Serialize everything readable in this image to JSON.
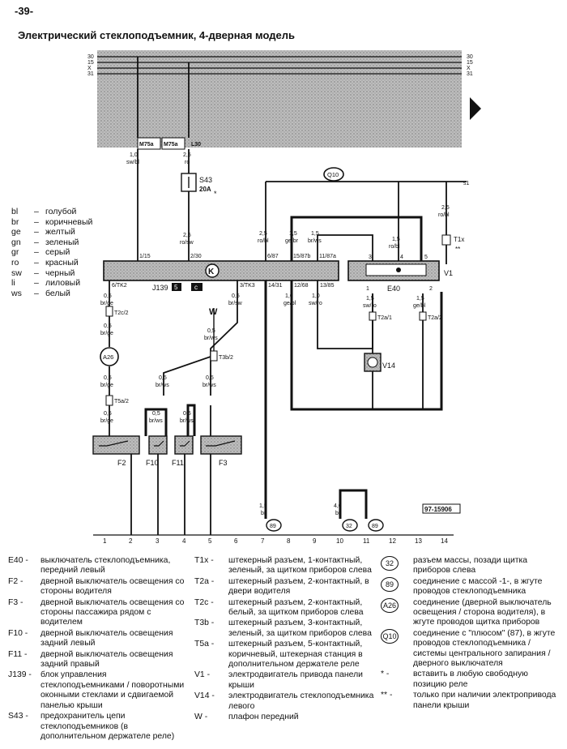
{
  "page_number": "-39-",
  "title": "Электрический стеклоподъемник, 4-дверная модель",
  "bus_labels": [
    "30",
    "15",
    "X",
    "31"
  ],
  "wires": {
    "w1": "1,0",
    "w1c": "sw/bl",
    "w2": "2,5",
    "w2c": "ro",
    "w3": "2,5",
    "w3c": "ro/sw",
    "w4": "2,5",
    "w4c": "ro/bl",
    "w5": "1,5",
    "w5c": "ge/br",
    "w6": "1,5",
    "w6c": "br/ws",
    "w7": "1,5",
    "w7c": "ro/bl",
    "w8": "2,5",
    "w8c": "ro/bl",
    "w9": "0,5",
    "w9c": "br/ge",
    "w10": "0,5",
    "w10c": "br/ge",
    "w11": "0,5",
    "w11c": "br/ws",
    "w12": "0,5",
    "w12c": "br/sw",
    "w13": "1,0",
    "w13c": "ge/bl",
    "w14": "1,0",
    "w14c": "sw/ro",
    "w15": "1,5",
    "w15c": "sw/ro",
    "w16": "1,5",
    "w16c": "ge/bl",
    "w17": "0,5",
    "w17c": "br/ge",
    "w18": "0,5",
    "w18c": "br/ge",
    "w19": "0,5",
    "w19c": "br/ws",
    "w20": "0,5",
    "w20c": "br/ws",
    "w21": "0,5",
    "w21c": "br/ws",
    "w22": "0,5",
    "w22c": "br/ws",
    "w23": "1,5",
    "w23c": "br",
    "w24": "4,0",
    "w24c": "br"
  },
  "labels": {
    "m75a": "M75a",
    "m75b": "M75a",
    "l30": "L30",
    "s43": "S43",
    "s43amp": "20A",
    "star": "*",
    "q10": "Q10",
    "s1": "s1",
    "t1x": "T1x",
    "dstar": "**",
    "k": "K",
    "j139": "J139",
    "j139a": "5",
    "j139b": "c",
    "p115": "1/15",
    "p230": "2/30",
    "p687": "6/87",
    "p1587": "15/87b",
    "p1187": "11/87a",
    "p6tk2": "6/TK2",
    "p3tk3": "3/TK3",
    "p1431": "14/31",
    "p1268": "12/68",
    "p1385": "13/85",
    "e40": "E40",
    "v1": "V1",
    "v14": "V14",
    "e3": "3",
    "e4": "4",
    "e5": "5",
    "e1": "1",
    "e2": "2",
    "t2c": "T2c/2",
    "t3b": "T3b/2",
    "t5a": "T5a/2",
    "t2a1": "T2a/1",
    "t2a2": "T2a/2",
    "a26": "A26",
    "w": "W",
    "f2": "F2",
    "f10": "F10",
    "f11": "F11",
    "f3": "F3",
    "c89": "89",
    "c32": "32",
    "c89b": "89",
    "ref": "97-15906"
  },
  "bottom_numbers": [
    "1",
    "2",
    "3",
    "4",
    "5",
    "6",
    "7",
    "8",
    "9",
    "10",
    "11",
    "12",
    "13",
    "14"
  ],
  "colors": [
    {
      "code": "bl",
      "dash": "–",
      "name": "голубой"
    },
    {
      "code": "br",
      "dash": "–",
      "name": "коричневый"
    },
    {
      "code": "ge",
      "dash": "–",
      "name": "желтый"
    },
    {
      "code": "gn",
      "dash": "–",
      "name": "зеленый"
    },
    {
      "code": "gr",
      "dash": "–",
      "name": "серый"
    },
    {
      "code": "ro",
      "dash": "–",
      "name": "красный"
    },
    {
      "code": "sw",
      "dash": "–",
      "name": "черный"
    },
    {
      "code": "li",
      "dash": "–",
      "name": "лиловый"
    },
    {
      "code": "ws",
      "dash": "–",
      "name": "белый"
    }
  ],
  "legend_col1": [
    {
      "k": "E40 -",
      "v": "выключатель стеклоподъемника, передний левый"
    },
    {
      "k": "F2 -",
      "v": "дверной выключатель освещения со стороны водителя"
    },
    {
      "k": "F3 -",
      "v": "дверной выключатель освещения со стороны пассажира рядом с водителем"
    },
    {
      "k": "F10 -",
      "v": "дверной выключатель освещения задний левый"
    },
    {
      "k": "F11 -",
      "v": "дверной выключатель освещения задний правый"
    },
    {
      "k": "J139 -",
      "v": "блок управления стеклоподъемниками / поворотными оконными стеклами и сдвигаемой панелью крыши"
    },
    {
      "k": "S43 -",
      "v": "предохранитель цепи стеклоподъемников (в дополнительном держателе реле)"
    }
  ],
  "legend_col2": [
    {
      "k": "T1x -",
      "v": "штекерный разъем, 1-контактный, зеленый, за щитком приборов слева"
    },
    {
      "k": "T2a -",
      "v": "штекерный разъем, 2-контактный, в двери водителя"
    },
    {
      "k": "T2c -",
      "v": "штекерный разъем, 2-контактный, белый, за щитком приборов слева"
    },
    {
      "k": "T3b -",
      "v": "штекерный разъем, 3-контактный, зеленый, за щитком приборов слева"
    },
    {
      "k": "T5a -",
      "v": "штекерный разъем, 5-контактный, коричневый, штекерная станция в дополнительном держателе реле"
    },
    {
      "k": "V1 -",
      "v": "электродвигатель привода панели крыши"
    },
    {
      "k": "V14 -",
      "v": "электродвигатель стеклоподъемника левого"
    },
    {
      "k": "W -",
      "v": "плафон передний"
    }
  ],
  "legend_col3": [
    {
      "k": "32",
      "circle": true,
      "v": "разъем массы, позади щитка приборов слева"
    },
    {
      "k": "89",
      "circle": true,
      "v": "соединение с массой -1-, в жгуте проводов стеклоподъемника"
    },
    {
      "k": "A26",
      "circle": true,
      "v": "соединение (дверной выключатель освещения / сторона водителя), в жгуте проводов щитка приборов"
    },
    {
      "k": "Q10",
      "circle": true,
      "v": "соединение с \"плюсом\" (87), в жгуте проводов стеклоподъемника / системы центрального запирания / дверного выключателя"
    },
    {
      "k": "* -",
      "circle": false,
      "v": "вставить в любую свободную позицию реле"
    },
    {
      "k": "** -",
      "circle": false,
      "v": "только при наличии электропривода панели крыши"
    }
  ]
}
